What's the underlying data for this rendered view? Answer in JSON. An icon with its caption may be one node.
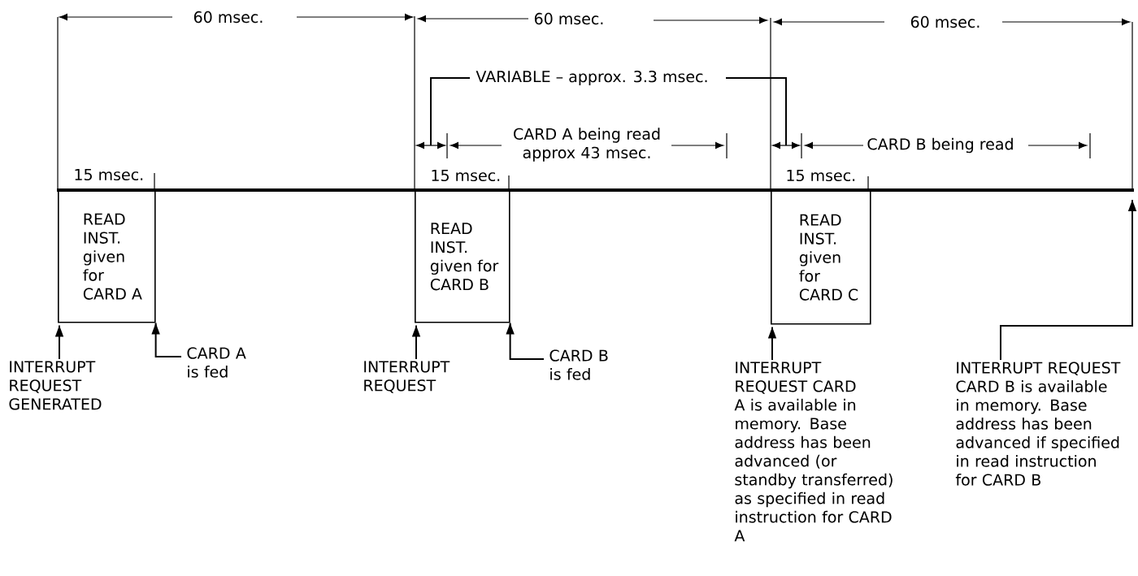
{
  "diagram": {
    "nodes": [
      {
        "text": [
          "READ INST. given for CARD A"
        ],
        "beside": [
          "15 msec."
        ]
      },
      {
        "text": [
          "READ INST. given for CARD B"
        ],
        "beside": [
          "15 msec."
        ]
      },
      {
        "text": [
          "READ INST. given for CARD C"
        ],
        "beside": [
          "15 msec."
        ]
      },
      {
        "text": [
          "INTERRUPT REQUEST GENERATED"
        ]
      },
      {
        "text": [
          "CARD A is fed"
        ]
      },
      {
        "text": [
          "INTERRUPT REQUEST"
        ]
      },
      {
        "text": [
          "CARD B is fed"
        ]
      },
      {
        "text": [
          "INTERRUPT REQUEST CARD A is available in memory. Base address has been advanced (or standby transferred) as specified in read instruction for CARD A"
        ]
      },
      {
        "text": [
          "INTERRUPT REQUEST CARD B is available in memory. Base address has been advanced if specified in read instruction for CARD B"
        ]
      }
    ],
    "edges": [
      {
        "from": 3,
        "to": 0,
        "arrow": "to"
      },
      {
        "from": 4,
        "to": 0,
        "arrow": "to"
      },
      {
        "from": 5,
        "to": 1,
        "arrow": "to"
      },
      {
        "from": 6,
        "to": 1,
        "arrow": "to"
      },
      {
        "from": 7,
        "to": 2,
        "arrow": "to"
      },
      {
        "from": 8,
        "to": null,
        "arrow": "to"
      }
    ],
    "labels": [
      "60 msec.",
      "60 msec.",
      "60 msec.",
      "VARIABLE – approx. 3.3 msec.",
      "CARD A being read approx 43 msec.",
      "CARD B being read"
    ]
  }
}
